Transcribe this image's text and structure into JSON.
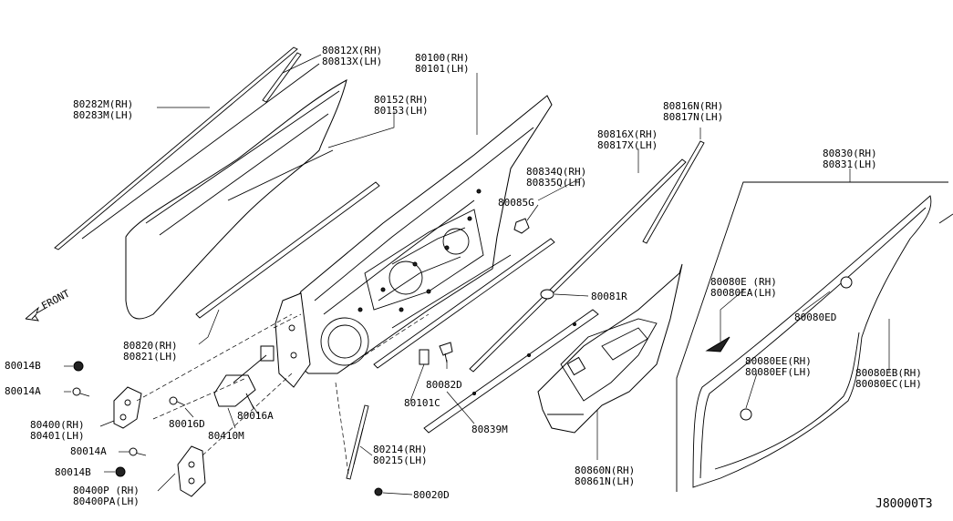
{
  "diagram": {
    "reference_code": "J80000T3",
    "front_label": "FRONT",
    "labels": [
      {
        "id": "p80812x",
        "lines": [
          "80812X(RH)",
          "80813X(LH)"
        ]
      },
      {
        "id": "p80100",
        "lines": [
          "80100(RH)",
          "80101(LH)"
        ]
      },
      {
        "id": "p80282m",
        "lines": [
          "80282M(RH)",
          "80283M(LH)"
        ]
      },
      {
        "id": "p80152",
        "lines": [
          "80152(RH)",
          "80153(LH)"
        ]
      },
      {
        "id": "p80816n",
        "lines": [
          "80816N(RH)",
          "80817N(LH)"
        ]
      },
      {
        "id": "p80816x",
        "lines": [
          "80816X(RH)",
          "80817X(LH)"
        ]
      },
      {
        "id": "p80830",
        "lines": [
          "80830(RH)",
          "80831(LH)"
        ]
      },
      {
        "id": "p80834q",
        "lines": [
          "80834Q(RH)",
          "80835Q(LH)"
        ]
      },
      {
        "id": "p80085g",
        "lines": [
          "80085G"
        ]
      },
      {
        "id": "p80080e",
        "lines": [
          "80080E (RH)",
          "80080EA(LH)"
        ]
      },
      {
        "id": "p80080ed",
        "lines": [
          "80080ED"
        ]
      },
      {
        "id": "p80081r",
        "lines": [
          "80081R"
        ]
      },
      {
        "id": "p80080ee",
        "lines": [
          "80080EE(RH)",
          "80080EF(LH)"
        ]
      },
      {
        "id": "p80080eb",
        "lines": [
          "80080EB(RH)",
          "80080EC(LH)"
        ]
      },
      {
        "id": "p80820",
        "lines": [
          "80820(RH)",
          "80821(LH)"
        ]
      },
      {
        "id": "p80014b_top",
        "lines": [
          "80014B"
        ]
      },
      {
        "id": "p80014a_top",
        "lines": [
          "80014A"
        ]
      },
      {
        "id": "p80082d",
        "lines": [
          "80082D"
        ]
      },
      {
        "id": "p80101c",
        "lines": [
          "80101C"
        ]
      },
      {
        "id": "p80400",
        "lines": [
          "80400(RH)",
          "80401(LH)"
        ]
      },
      {
        "id": "p80016d",
        "lines": [
          "80016D"
        ]
      },
      {
        "id": "p80016a",
        "lines": [
          "80016A"
        ]
      },
      {
        "id": "p80410m",
        "lines": [
          "80410M"
        ]
      },
      {
        "id": "p80839m",
        "lines": [
          "80839M"
        ]
      },
      {
        "id": "p80014a_bot",
        "lines": [
          "80014A"
        ]
      },
      {
        "id": "p80214",
        "lines": [
          "80214(RH)",
          "80215(LH)"
        ]
      },
      {
        "id": "p80014b_bot",
        "lines": [
          "80014B"
        ]
      },
      {
        "id": "p80400p",
        "lines": [
          "80400P (RH)",
          "80400PA(LH)"
        ]
      },
      {
        "id": "p80860n",
        "lines": [
          "80860N(RH)",
          "80861N(LH)"
        ]
      },
      {
        "id": "p80020d",
        "lines": [
          "80020D"
        ]
      }
    ]
  }
}
